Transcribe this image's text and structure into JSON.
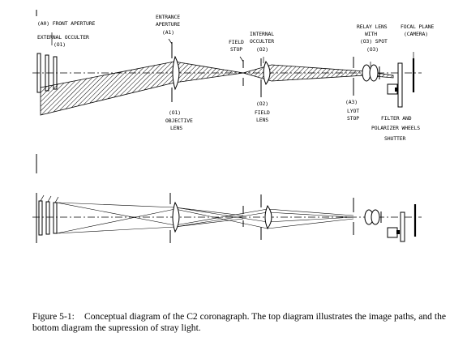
{
  "labels": {
    "front_aperture": "(A0) FRONT APERTURE",
    "external_occulter": "EXTERNAL OCCULTER",
    "external_occulter_code": "(O1)",
    "entrance_aperture_1": "ENTRANCE",
    "entrance_aperture_2": "APERTURE",
    "entrance_aperture_code": "(A1)",
    "field_stop_1": "FIELD",
    "field_stop_2": "STOP",
    "internal_occulter_1": "INTERNAL",
    "internal_occulter_2": "OCCULTER",
    "internal_occulter_code": "(O2)",
    "relay_lens_1": "RELAY LENS",
    "relay_lens_2": "WITH",
    "relay_lens_3": "(O3) SPOT",
    "relay_lens_code": "(O3)",
    "focal_plane": "FOCAL PLANE",
    "camera": "(CAMERA)",
    "objective_code": "(O1)",
    "objective_1": "OBJECTIVE",
    "objective_2": "LENS",
    "field_lens_code": "(O2)",
    "field_lens_1": "FIELD",
    "field_lens_2": "LENS",
    "lyot_code": "(A3)",
    "lyot_1": "LYOT",
    "lyot_2": "STOP",
    "filter_1": "FILTER AND",
    "filter_2": "POLARIZER WHEELS",
    "shutter": "SHUTTER"
  },
  "caption": {
    "figure": "Figure 5-1:",
    "text": "Conceptual diagram of the C2 coronagraph. The top diagram illustrates the image paths, and the bottom diagram the supression of stray light."
  }
}
